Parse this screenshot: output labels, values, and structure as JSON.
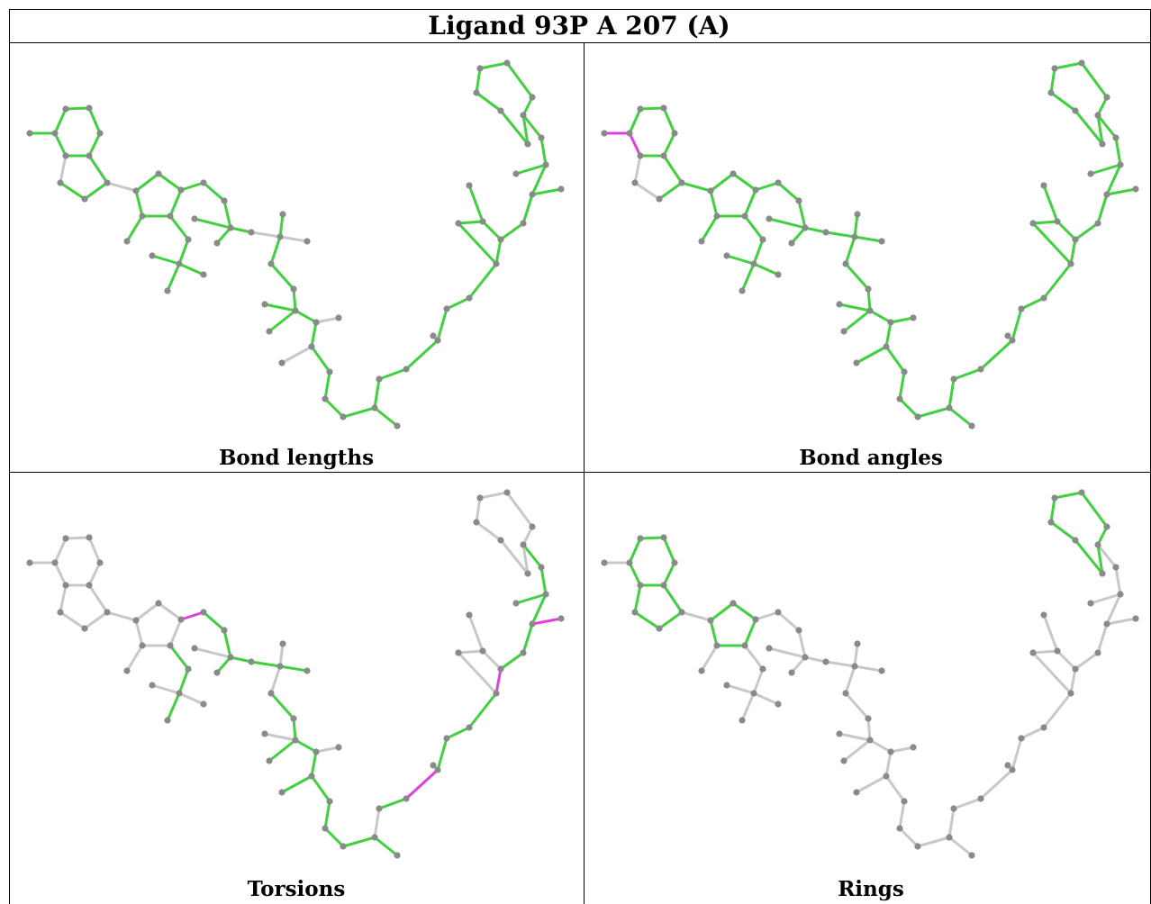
{
  "title": "Ligand 93P A 207 (A)",
  "colors": {
    "ok": "#40d040",
    "outlier": "#e040e0",
    "neutral": "#c8c8c8",
    "atom": "#8a8a8a"
  },
  "panels": [
    {
      "caption": "Bond lengths"
    },
    {
      "caption": "Bond angles"
    },
    {
      "caption": "Torsions"
    },
    {
      "caption": "Rings"
    }
  ]
}
